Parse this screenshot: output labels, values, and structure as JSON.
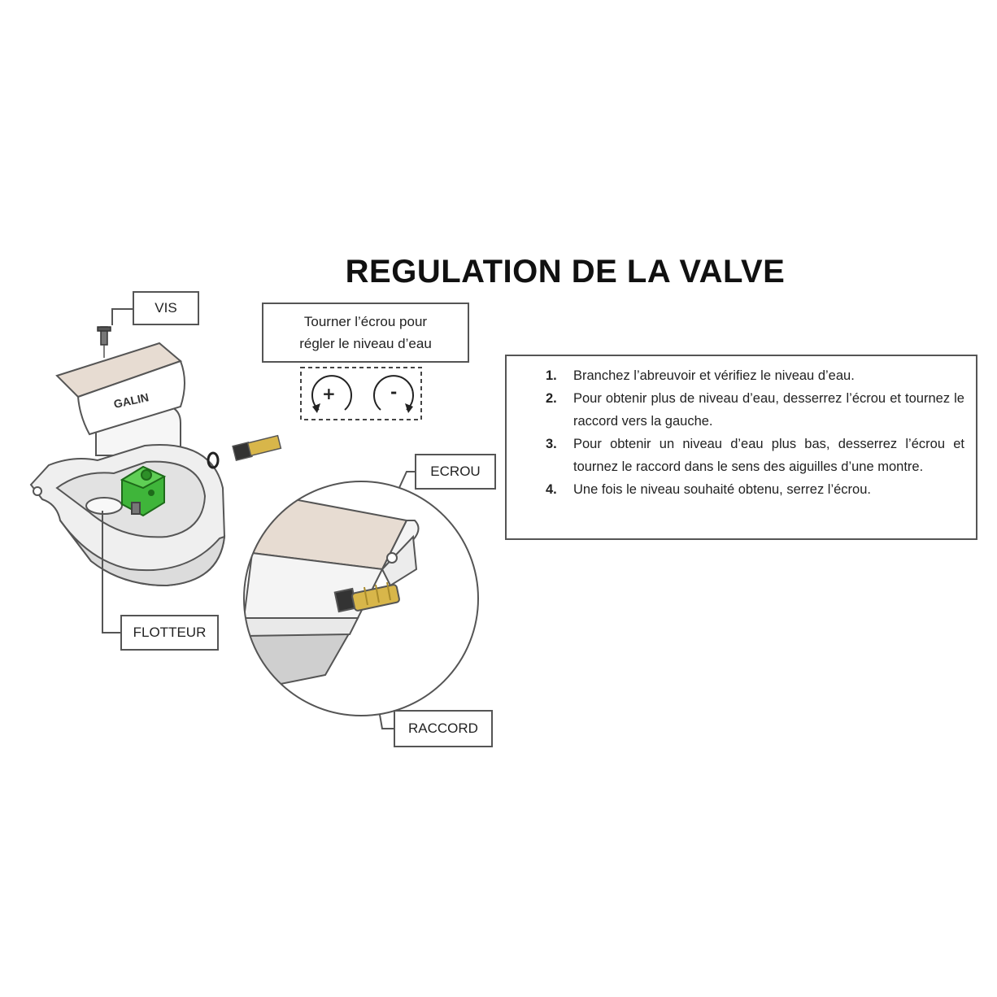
{
  "title": "REGULATION DE LA VALVE",
  "labels": {
    "vis": "VIS",
    "flotteur": "FLOTTEUR",
    "ecrou": "ECROU",
    "raccord": "RACCORD",
    "brand": "GALIN"
  },
  "turn_box": {
    "line1": "Tourner l’écrou pour",
    "line2": "régler le niveau d’eau",
    "plus": "+",
    "minus": "-"
  },
  "steps": [
    {
      "num": "1.",
      "text": "Branchez l’abreuvoir et vérifiez le niveau d’eau."
    },
    {
      "num": "2.",
      "text": "Pour obtenir plus de niveau d’eau, desserrez l’écrou et tournez le raccord vers la gauche."
    },
    {
      "num": "3.",
      "text": "Pour obtenir un niveau d’eau plus bas, desserrez l’écrou et tournez le raccord dans le sens des aiguilles d’une montre."
    },
    {
      "num": "4.",
      "text": "Une fois le niveau souhaité obtenu, serrez l’écrou."
    }
  ],
  "colors": {
    "float_green": "#3fb53a",
    "brass": "#d8b64a",
    "lid": "#e7dcd2",
    "bowl": "#f1f1f1",
    "outline": "#555555"
  }
}
